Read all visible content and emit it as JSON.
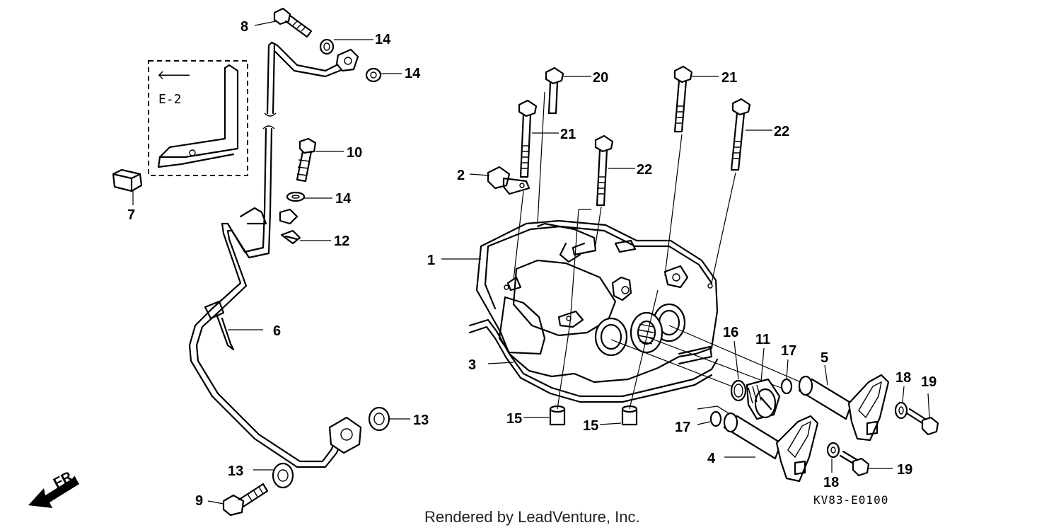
{
  "diagram_code": "KV83-E0100",
  "footer": "Rendered by LeadVenture, Inc.",
  "ref": {
    "arrow": "🡐",
    "label": "E-2"
  },
  "front_label": "FR.",
  "callouts": {
    "c1": "1",
    "c2": "2",
    "c3": "3",
    "c4": "4",
    "c5": "5",
    "c6": "6",
    "c7": "7",
    "c8": "8",
    "c9": "9",
    "c10": "10",
    "c11": "11",
    "c12": "12",
    "c13a": "13",
    "c13b": "13",
    "c14a": "14",
    "c14b": "14",
    "c14c": "14",
    "c15a": "15",
    "c15b": "15",
    "c16": "16",
    "c17a": "17",
    "c17b": "17",
    "c18a": "18",
    "c18b": "18",
    "c19a": "19",
    "c19b": "19",
    "c20": "20",
    "c21a": "21",
    "c21b": "21",
    "c22a": "22",
    "c22b": "22"
  }
}
